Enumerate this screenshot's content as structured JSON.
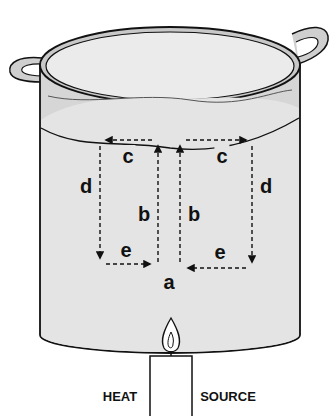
{
  "diagram": {
    "labels": [
      "c",
      "c",
      "d",
      "b",
      "b",
      "d",
      "e",
      "a",
      "e",
      "HEAT",
      "SOURCE"
    ]
  }
}
